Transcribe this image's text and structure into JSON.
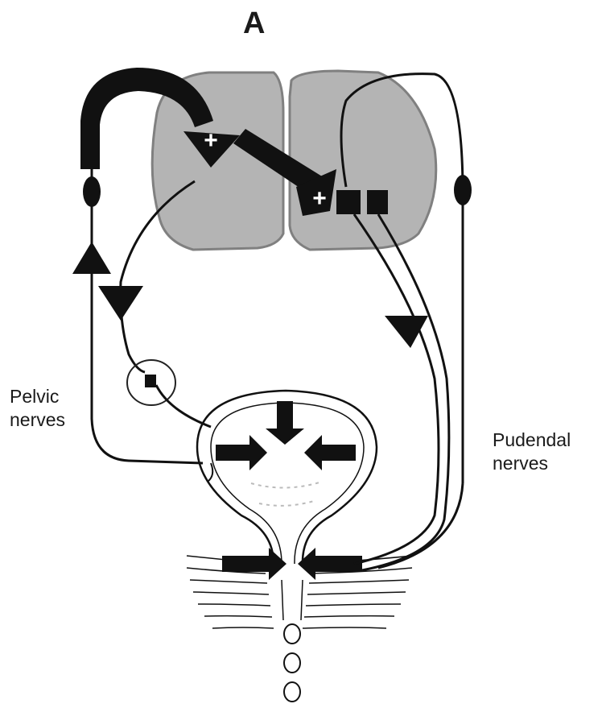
{
  "panel_label": "A",
  "labels": {
    "pelvic": [
      "Pelvic",
      "nerves"
    ],
    "pudendal": [
      "Pudendal",
      "nerves"
    ]
  },
  "synapse_signs": [
    "+",
    "+"
  ],
  "colors": {
    "spinal_cord_fill": "#b4b4b4",
    "spinal_cord_edge": "#808080",
    "pathway": "#111111",
    "background": "#ffffff"
  }
}
